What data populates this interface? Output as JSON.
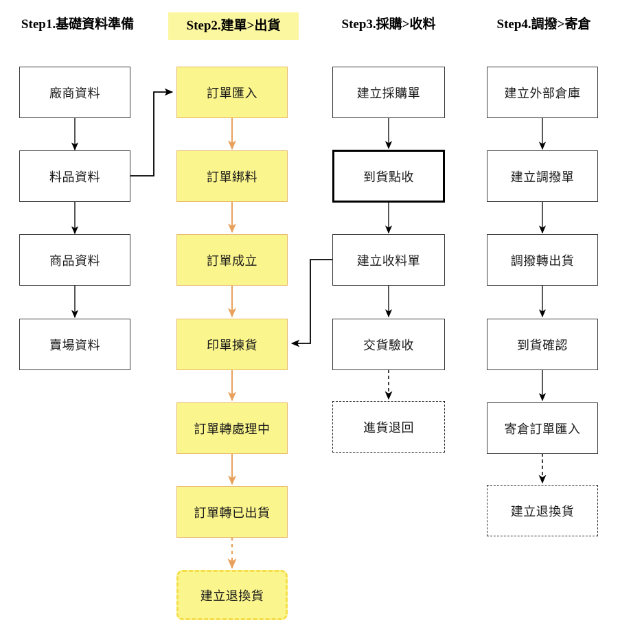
{
  "diagram": {
    "title_note": "ERP operation flow — 4 step columns",
    "colors": {
      "yellow_fill": "#FBF58D",
      "yellow_border": "#E8B96B",
      "yellow_dashed_border": "#F5DD4B",
      "header_highlight": "#FBF7A0",
      "plain_border": "#3b3b3b",
      "bold_border": "#000000",
      "arrow_black": "#000000",
      "arrow_orange": "#E8A15C",
      "background": "#ffffff"
    },
    "columns": [
      {
        "id": "step1",
        "header": "Step1.基礎資料準備",
        "header_highlighted": false,
        "nodes": [
          {
            "label": "廠商資料",
            "style": "plain"
          },
          {
            "label": "料品資料",
            "style": "plain"
          },
          {
            "label": "商品資料",
            "style": "plain"
          },
          {
            "label": "賣場資料",
            "style": "plain"
          }
        ]
      },
      {
        "id": "step2",
        "header": "Step2.建單>出貨",
        "header_highlighted": true,
        "nodes": [
          {
            "label": "訂單匯入",
            "style": "yellow"
          },
          {
            "label": "訂單綁料",
            "style": "yellow"
          },
          {
            "label": "訂單成立",
            "style": "yellow"
          },
          {
            "label": "印單揀貨",
            "style": "yellow"
          },
          {
            "label": "訂單轉處理中",
            "style": "yellow"
          },
          {
            "label": "訂單轉已出貨",
            "style": "yellow"
          },
          {
            "label": "建立退換貨",
            "style": "yellow-dashed"
          }
        ]
      },
      {
        "id": "step3",
        "header": "Step3.採購>收料",
        "header_highlighted": false,
        "nodes": [
          {
            "label": "建立採購單",
            "style": "plain"
          },
          {
            "label": "到貨點收",
            "style": "bold"
          },
          {
            "label": "建立收料單",
            "style": "plain"
          },
          {
            "label": "交貨驗收",
            "style": "plain"
          },
          {
            "label": "進貨退回",
            "style": "dashed"
          }
        ]
      },
      {
        "id": "step4",
        "header": "Step4.調撥>寄倉",
        "header_highlighted": false,
        "nodes": [
          {
            "label": "建立外部倉庫",
            "style": "plain"
          },
          {
            "label": "建立調撥單",
            "style": "plain"
          },
          {
            "label": "調撥轉出貨",
            "style": "plain"
          },
          {
            "label": "到貨確認",
            "style": "plain"
          },
          {
            "label": "寄倉訂單匯入",
            "style": "plain"
          },
          {
            "label": "建立退換貨",
            "style": "dashed"
          }
        ]
      }
    ],
    "cross_links": [
      {
        "from": "料品資料",
        "to": "訂單匯入",
        "style": "solid-black"
      },
      {
        "from": "建立收料單",
        "to": "印單揀貨",
        "style": "solid-black"
      }
    ]
  }
}
